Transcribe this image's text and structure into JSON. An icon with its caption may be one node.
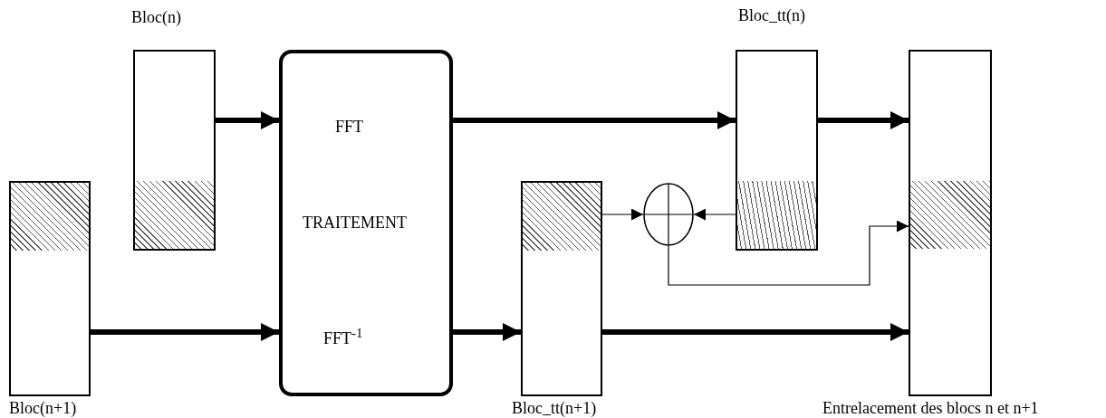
{
  "diagram": {
    "nodes": [
      {
        "text": [
          "Bloc(n)"
        ]
      },
      {
        "text": [],
        "shape": "box",
        "in": 0
      },
      {
        "text": [
          "Bloc(n+1)"
        ]
      },
      {
        "text": [],
        "shape": "box",
        "in": 2
      },
      {
        "text": [
          "FFT",
          "TRAITEMENT",
          "FFT$^{-1}$"
        ]
      },
      {
        "text": [
          "Bloc_tt(n)"
        ]
      },
      {
        "text": [],
        "shape": "box",
        "in": 5
      },
      {
        "text": [
          "Bloc_tt(n+1)"
        ]
      },
      {
        "text": [],
        "shape": "box",
        "in": 7
      },
      {
        "text": [],
        "shape": "circle"
      },
      {
        "text": [
          "Entrelacement des blocs n et n+1"
        ]
      },
      {
        "text": [],
        "shape": "box",
        "in": 10
      }
    ],
    "edges": [
      {
        "from": 0,
        "to": 4,
        "arrow": "to"
      },
      {
        "from": 2,
        "to": 4,
        "arrow": "to"
      },
      {
        "from": 4,
        "to": 5,
        "arrow": "to"
      },
      {
        "from": 4,
        "to": 7,
        "arrow": "to"
      },
      {
        "from": 5,
        "to": 10,
        "arrow": "to"
      },
      {
        "from": 7,
        "to": 10,
        "arrow": "to"
      },
      {
        "from": 8,
        "to": 9,
        "arrow": "to"
      },
      {
        "from": 6,
        "to": 9,
        "arrow": "to"
      },
      {
        "from": 9,
        "to": 11,
        "arrow": "to"
      }
    ]
  }
}
